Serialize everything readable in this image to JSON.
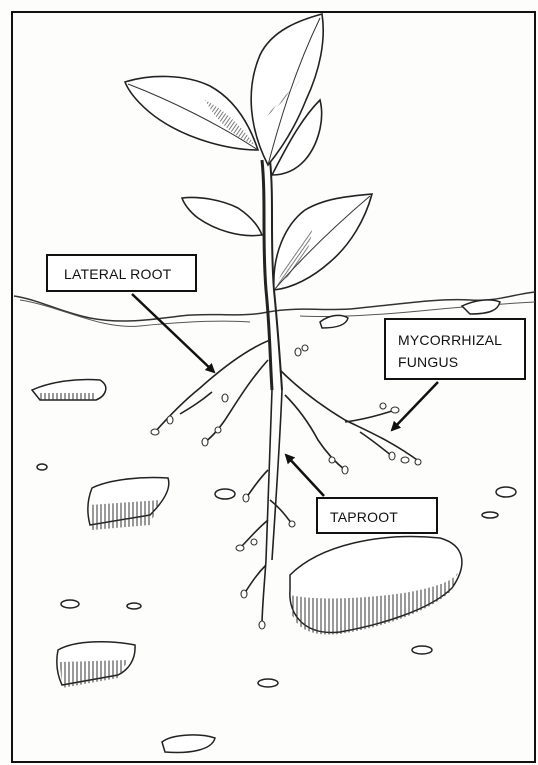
{
  "labels": {
    "lateral_root": "LATERAL ROOT",
    "mycorrhizal_line1": "MYCORRHIZAL",
    "mycorrhizal_line2": "FUNGUS",
    "taproot": "TAPROOT"
  },
  "colors": {
    "ink": "#222222",
    "paper": "#fdfdfc",
    "label_border": "#111111"
  }
}
